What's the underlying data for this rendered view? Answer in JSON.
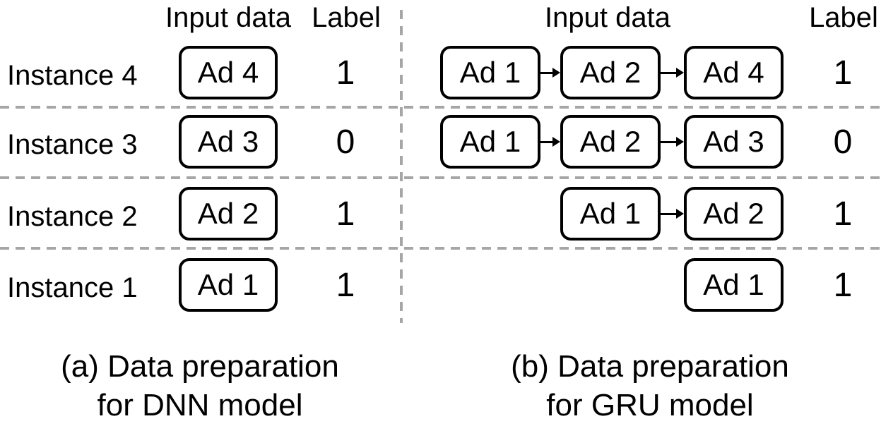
{
  "figure": {
    "background": "#ffffff",
    "text_color": "#000000",
    "box_border_color": "#000000",
    "divider_color": "#a6a6a6"
  },
  "panel_a": {
    "input_header": "Input data",
    "label_header": "Label",
    "rows": [
      {
        "instance": "Instance 4",
        "ad": "Ad 4",
        "label": "1"
      },
      {
        "instance": "Instance 3",
        "ad": "Ad 3",
        "label": "0"
      },
      {
        "instance": "Instance 2",
        "ad": "Ad 2",
        "label": "1"
      },
      {
        "instance": "Instance 1",
        "ad": "Ad 1",
        "label": "1"
      }
    ],
    "caption_line1": "(a) Data preparation",
    "caption_line2": "for DNN model"
  },
  "panel_b": {
    "input_header": "Input data",
    "label_header": "Label",
    "rows": [
      {
        "ads": [
          "Ad 1",
          "Ad 2",
          "Ad 4"
        ],
        "label": "1"
      },
      {
        "ads": [
          "Ad 1",
          "Ad 2",
          "Ad 3"
        ],
        "label": "0"
      },
      {
        "ads": [
          "Ad 1",
          "Ad 2"
        ],
        "label": "1"
      },
      {
        "ads": [
          "Ad 1"
        ],
        "label": "1"
      }
    ],
    "caption_line1": "(b) Data preparation",
    "caption_line2": "for GRU model"
  }
}
